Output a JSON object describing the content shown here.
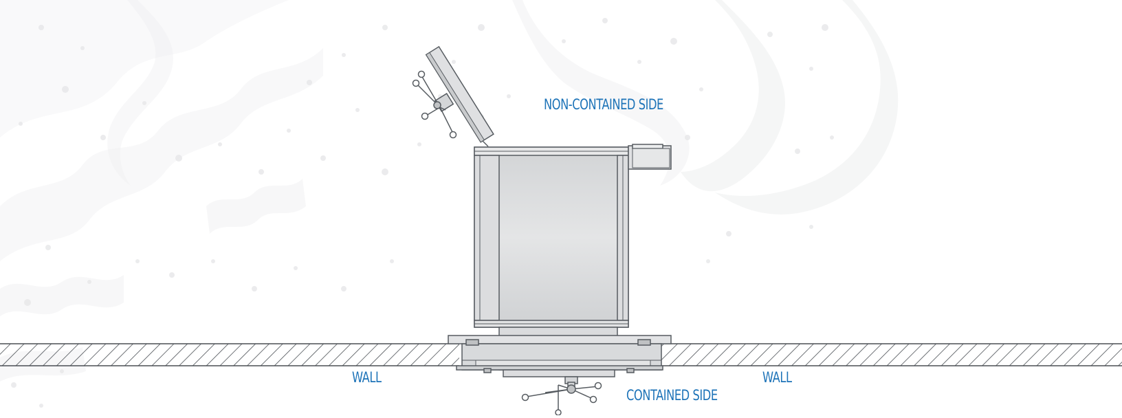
{
  "labels": {
    "non_contained_side": "NON-CONTAINED SIDE",
    "contained_side": "CONTAINED SIDE",
    "wall_left": "WALL",
    "wall_right": "WALL"
  },
  "colors": {
    "label": "#1d73b8",
    "outline": "#555a5f",
    "splash": "#e6e7e9",
    "equipment_fill_light": "#ebeced",
    "equipment_fill_dark": "#d0d2d4"
  }
}
